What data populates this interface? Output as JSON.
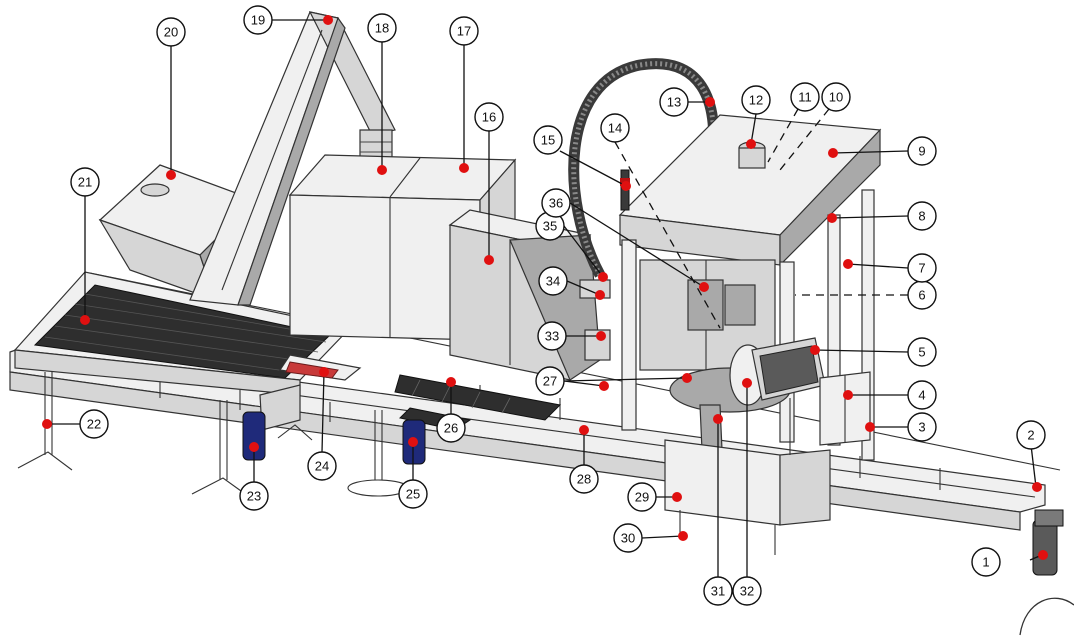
{
  "diagram": {
    "callouts": [
      {
        "label": "1"
      },
      {
        "label": "2"
      },
      {
        "label": "3"
      },
      {
        "label": "4"
      },
      {
        "label": "5"
      },
      {
        "label": "6"
      },
      {
        "label": "7"
      },
      {
        "label": "8"
      },
      {
        "label": "9"
      },
      {
        "label": "10"
      },
      {
        "label": "11"
      },
      {
        "label": "12"
      },
      {
        "label": "13"
      },
      {
        "label": "14"
      },
      {
        "label": "15"
      },
      {
        "label": "16"
      },
      {
        "label": "17"
      },
      {
        "label": "18"
      },
      {
        "label": "19"
      },
      {
        "label": "20"
      },
      {
        "label": "21"
      },
      {
        "label": "22"
      },
      {
        "label": "23"
      },
      {
        "label": "24"
      },
      {
        "label": "25"
      },
      {
        "label": "26"
      },
      {
        "label": "27"
      },
      {
        "label": "28"
      },
      {
        "label": "29"
      },
      {
        "label": "30"
      },
      {
        "label": "31"
      },
      {
        "label": "32"
      },
      {
        "label": "33"
      },
      {
        "label": "34"
      },
      {
        "label": "35"
      },
      {
        "label": "36"
      }
    ],
    "colors": {
      "marker": "#e01010",
      "outline": "#333333",
      "machine_light": "#f0f0f0",
      "machine_mid": "#d6d6d6",
      "machine_dark": "#a9a9a9",
      "belt": "#2e2e2e",
      "motor": "#1f2a7a"
    }
  }
}
